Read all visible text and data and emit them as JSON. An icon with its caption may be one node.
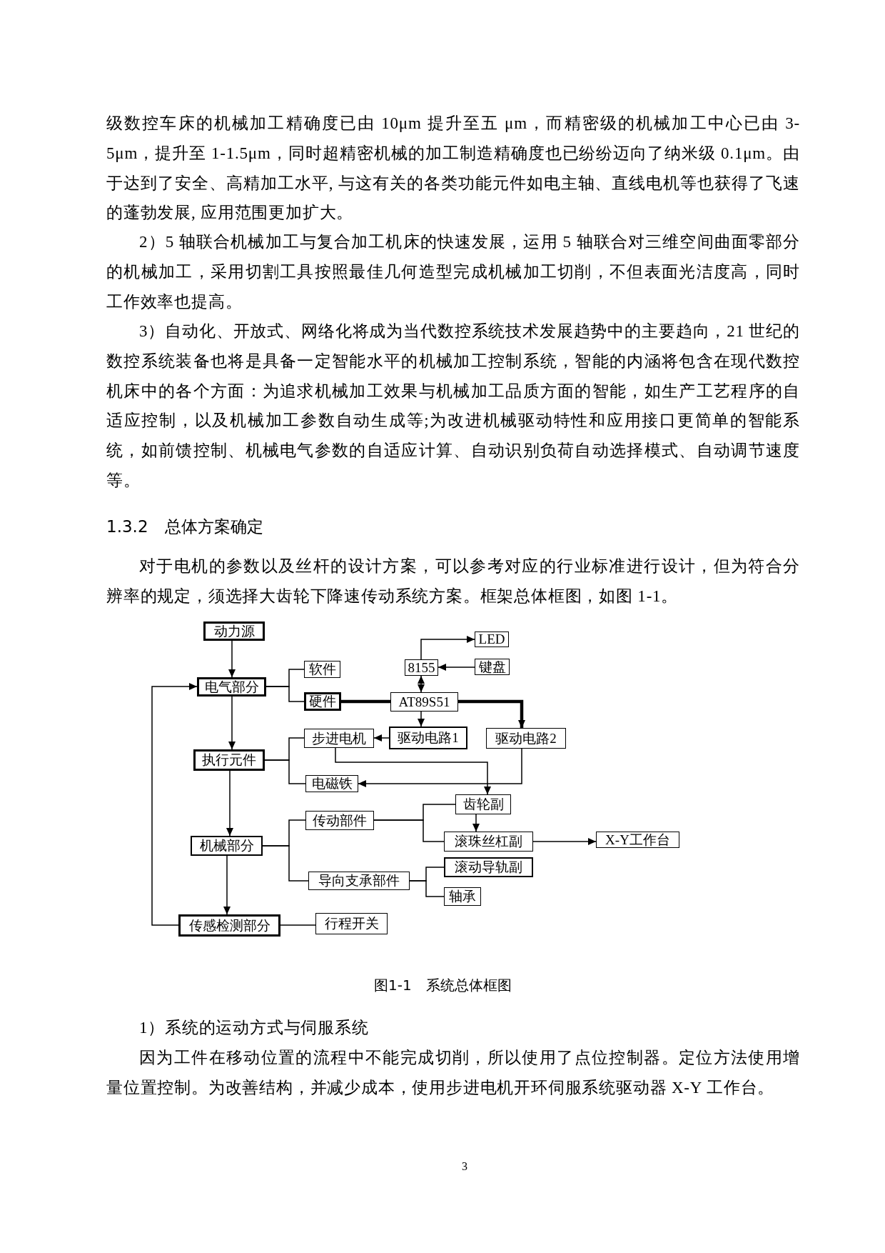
{
  "diagram": {
    "caption": "图1-1　系统总体框图",
    "nodes": [
      {
        "text": [
          "动力源"
        ]
      },
      {
        "text": [
          "电气部分"
        ]
      },
      {
        "text": [
          "软件"
        ]
      },
      {
        "text": [
          "硬件"
        ]
      },
      {
        "text": [
          "LED"
        ]
      },
      {
        "text": [
          "8155"
        ]
      },
      {
        "text": [
          "键盘"
        ]
      },
      {
        "text": [
          "AT89S51"
        ]
      },
      {
        "text": [
          "步进电机"
        ]
      },
      {
        "text": [
          "驱动电路1"
        ]
      },
      {
        "text": [
          "驱动电路2"
        ]
      },
      {
        "text": [
          "执行元件"
        ]
      },
      {
        "text": [
          "电磁铁"
        ]
      },
      {
        "text": [
          "齿轮副"
        ]
      },
      {
        "text": [
          "传动部件"
        ]
      },
      {
        "text": [
          "机械部分"
        ]
      },
      {
        "text": [
          "滚珠丝杠副"
        ]
      },
      {
        "text": [
          "X-Y工作台"
        ]
      },
      {
        "text": [
          "滚动导轨副"
        ]
      },
      {
        "text": [
          "导向支承部件"
        ]
      },
      {
        "text": [
          "轴承"
        ]
      },
      {
        "text": [
          "传感检测部分"
        ]
      },
      {
        "text": [
          "行程开关"
        ]
      }
    ],
    "edges": [
      {
        "from": 0,
        "to": 1,
        "arrow": "to"
      },
      {
        "from": 1,
        "to": 11,
        "arrow": "to"
      },
      {
        "from": 11,
        "to": 15,
        "arrow": "to"
      },
      {
        "from": 15,
        "to": 21,
        "arrow": "to"
      },
      {
        "from": 21,
        "to": 1,
        "arrow": "to"
      },
      {
        "from": 1,
        "to": 2,
        "arrow": "none"
      },
      {
        "from": 1,
        "to": 3,
        "arrow": "none"
      },
      {
        "from": 3,
        "to": 7,
        "arrow": "none",
        "style": "thick"
      },
      {
        "from": 7,
        "to": 5,
        "arrow": "both"
      },
      {
        "from": 5,
        "to": 4,
        "arrow": "to"
      },
      {
        "from": 6,
        "to": 5,
        "arrow": "to"
      },
      {
        "from": 7,
        "to": 9,
        "arrow": "to"
      },
      {
        "from": 7,
        "to": 10,
        "arrow": "to",
        "style": "thick"
      },
      {
        "from": 9,
        "to": 8,
        "arrow": "to"
      },
      {
        "from": 11,
        "to": 8,
        "arrow": "none"
      },
      {
        "from": 11,
        "to": 12,
        "arrow": "none"
      },
      {
        "from": 10,
        "to": 12,
        "arrow": "to"
      },
      {
        "from": 8,
        "to": 13,
        "arrow": "to"
      },
      {
        "from": 15,
        "to": 14,
        "arrow": "none"
      },
      {
        "from": 15,
        "to": 19,
        "arrow": "none"
      },
      {
        "from": 14,
        "to": 13,
        "arrow": "none"
      },
      {
        "from": 14,
        "to": 16,
        "arrow": "none"
      },
      {
        "from": 13,
        "to": 16,
        "arrow": "to"
      },
      {
        "from": 16,
        "to": 17,
        "arrow": "to"
      },
      {
        "from": 19,
        "to": 18,
        "arrow": "none"
      },
      {
        "from": 19,
        "to": 20,
        "arrow": "none"
      },
      {
        "from": 21,
        "to": 22,
        "arrow": "none"
      }
    ],
    "labels": [
      "级数控车床的机械加工精确度已由 10μm 提升至五 μm，而精密级的机械加工中心已由 3-5μm，提升至 1-1.5μm，同时超精密机械的加工制造精确度也已纷纷迈向了纳米级 0.1μm。由于达到了安全、高精加工水平, 与这有关的各类功能元件如电主轴、直线电机等也获得了飞速的蓬勃发展, 应用范围更加扩大。",
      "2）5 轴联合机械加工与复合加工机床的快速发展，运用 5 轴联合对三维空间曲面零部分的机械加工，采用切割工具按照最佳几何造型完成机械加工切削，不但表面光洁度高，同时工作效率也提高。",
      "3）自动化、开放式、网络化将成为当代数控系统技术发展趋势中的主要趋向，21 世纪的数控系统装备也将是具备一定智能水平的机械加工控制系统，智能的内涵将包含在现代数控机床中的各个方面：为追求机械加工效果与机械加工品质方面的智能，如生产工艺程序的自适应控制，以及机械加工参数自动生成等;为改进机械驱动特性和应用接口更简单的智能系统，如前馈控制、机械电气参数的自适应计算、自动识别负荷自动选择模式、自动调节速度等。",
      "1.3.2　总体方案确定",
      "对于电机的参数以及丝杆的设计方案，可以参考对应的行业标准进行设计，但为符合分辨率的规定，须选择大齿轮下降速传动系统方案。框架总体框图，如图 1-1。",
      "1）系统的运动方式与伺服系统",
      "因为工件在移动位置的流程中不能完成切削，所以使用了点位控制器。定位方法使用增量位置控制。为改善结构，并减少成本，使用步进电机开环伺服系统驱动器 X-Y 工作台。",
      "3"
    ]
  }
}
